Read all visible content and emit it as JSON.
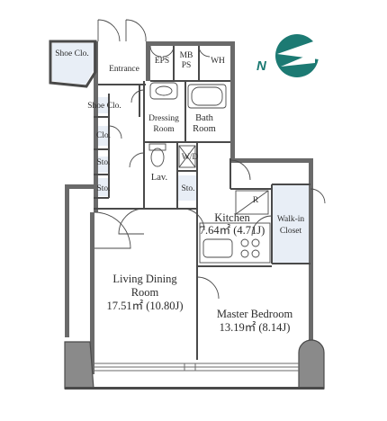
{
  "rooms": {
    "shoe_closet_top": "Shoe Clo.",
    "entrance": "Entrance",
    "eps": "EPS",
    "mbps_line1": "MB",
    "mbps_line2": "PS",
    "wh": "WH",
    "shoe_closet_side": "Shoe Clo.",
    "closet": "Clo.",
    "storage_1": "Sto.",
    "storage_2": "Sto.",
    "dressing_line1": "Dressing",
    "dressing_line2": "Room",
    "bath_line1": "Bath",
    "bath_line2": "Room",
    "washer": "W/D",
    "lavatory": "Lav.",
    "storage_3": "Sto.",
    "refrigerator": "R",
    "kitchen_name": "Kitchen",
    "kitchen_area": "7.64㎡ (4.71J)",
    "walkin_line1": "Walk-in",
    "walkin_line2": "Closet",
    "living_line1": "Living Dining",
    "living_line2": "Room",
    "living_area": "17.51㎡ (10.80J)",
    "master_name": "Master Bedroom",
    "master_area": "13.19㎡ (8.14J)"
  },
  "compass": {
    "label": "N"
  },
  "colors": {
    "wall": "#4a4a4a",
    "closet_fill": "#e8eef6",
    "compass": "#1c7a73"
  }
}
